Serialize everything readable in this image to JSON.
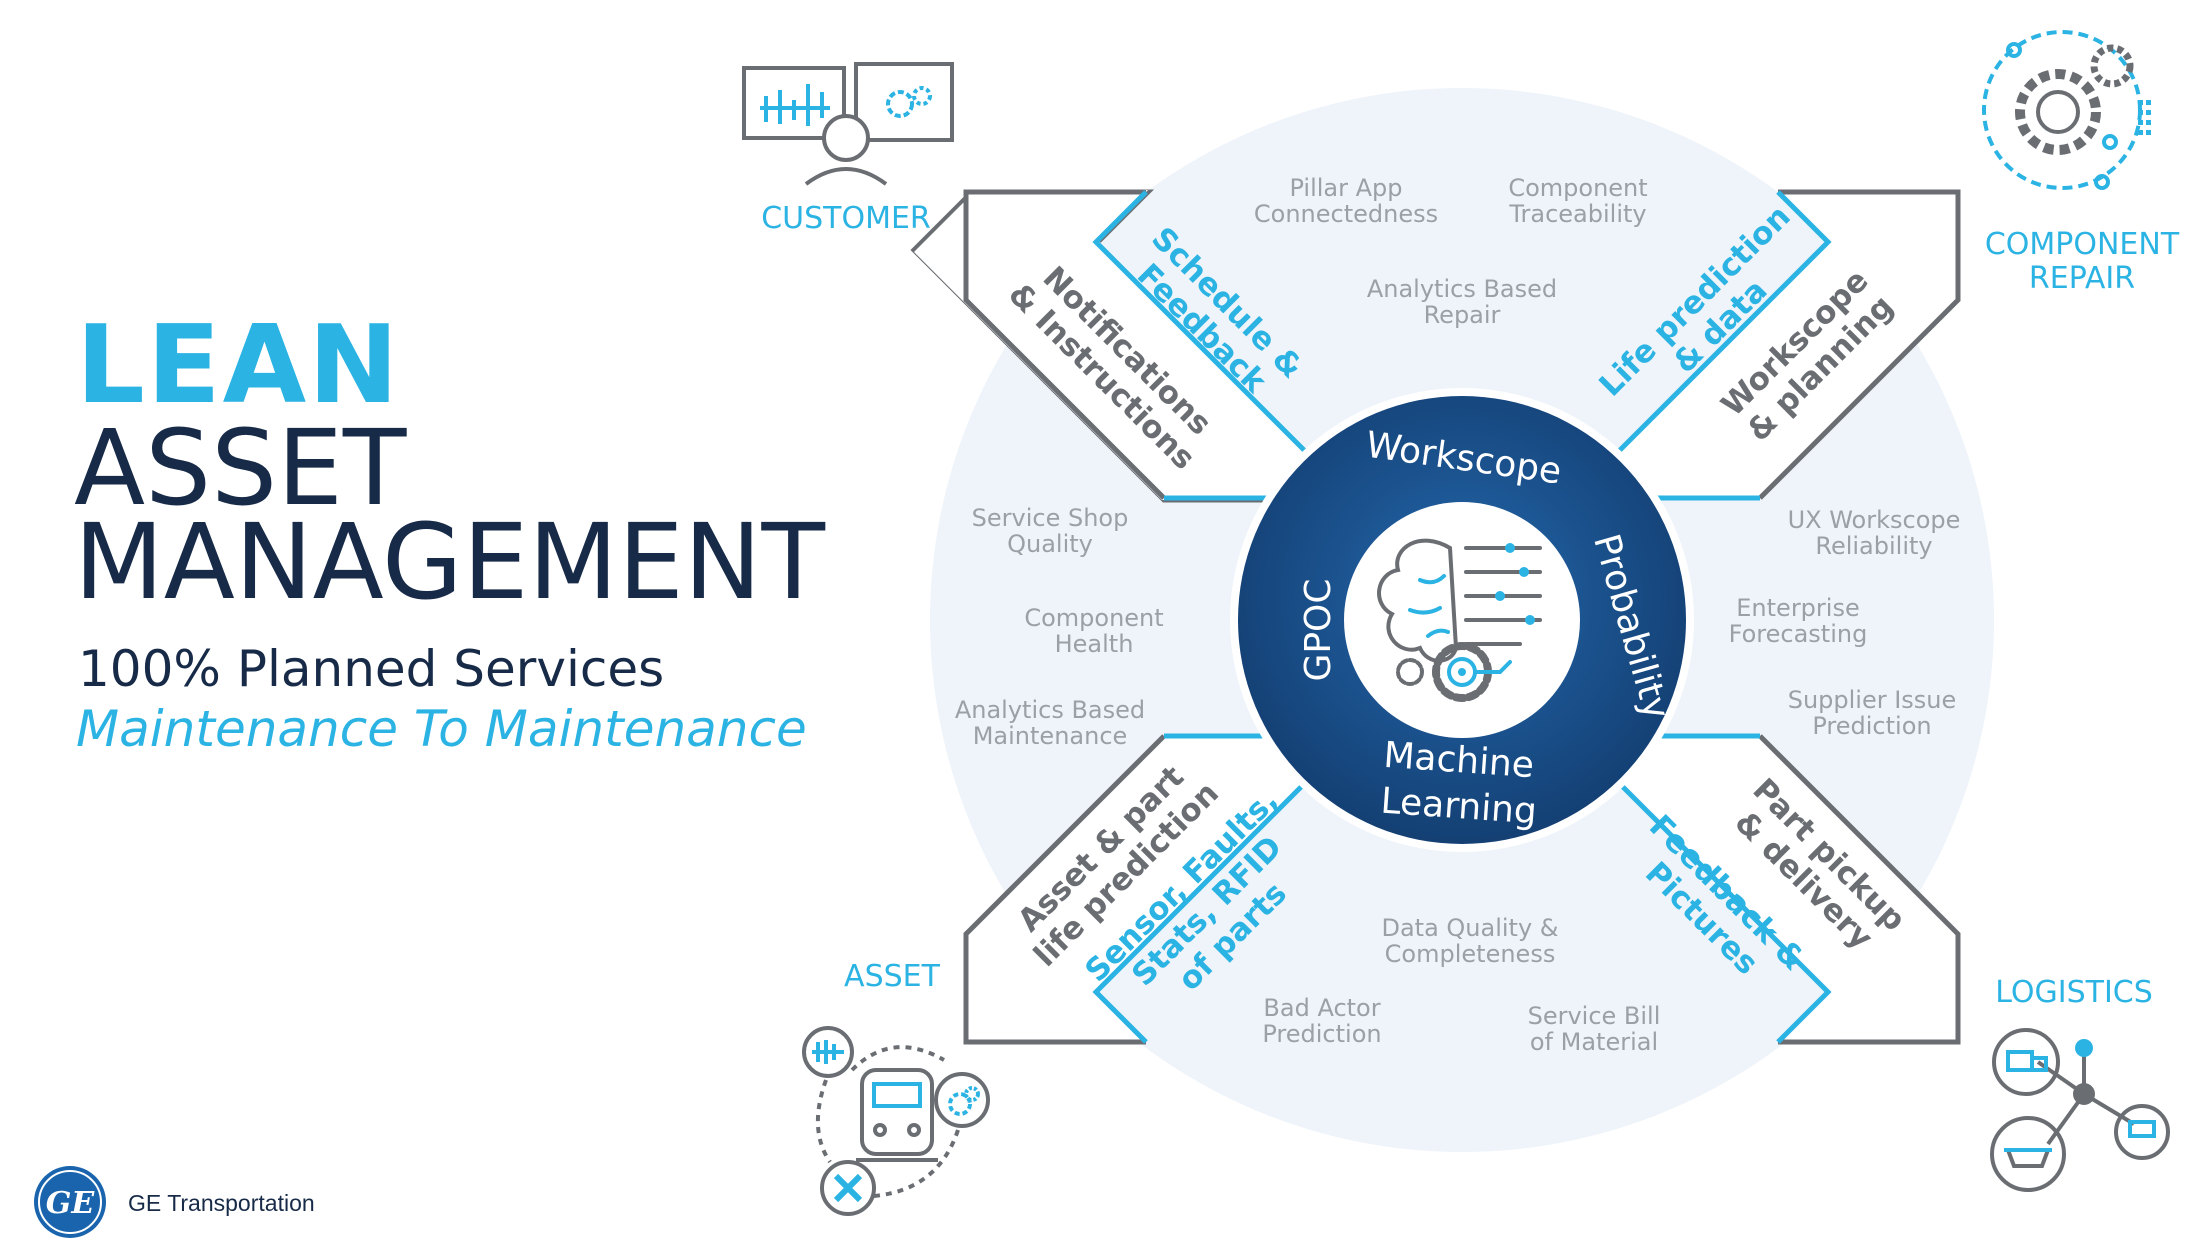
{
  "title": {
    "lean": "LEAN",
    "asset": "ASSET",
    "management": "MANAGEMENT",
    "subtitle": "100% Planned Services",
    "subtitle_italic": "Maintenance To Maintenance"
  },
  "brand": {
    "logo_text": "GE",
    "company": "GE Transportation"
  },
  "stakeholders": {
    "customer": "CUSTOMER",
    "component_repair": [
      "COMPONENT",
      "REPAIR"
    ],
    "asset": "ASSET",
    "logistics": "LOGISTICS"
  },
  "hub": {
    "top": "Workscope",
    "right": "Probability",
    "bottom": [
      "Machine",
      "Learning"
    ],
    "left": "GPOC"
  },
  "arrows": {
    "top_left": {
      "outer": [
        "Notifications",
        "& Instructions"
      ],
      "inner": [
        "Schedule &",
        "Feedback"
      ]
    },
    "top_right": {
      "inner": [
        "Life prediction",
        "& data"
      ],
      "outer": [
        "Workscope",
        "& planning"
      ]
    },
    "bottom_left": {
      "outer": [
        "Asset & part",
        "life prediction"
      ],
      "inner": [
        "Sensor, Faults,",
        "Stats, RFID",
        "of parts"
      ]
    },
    "bottom_right": {
      "inner": [
        "Feedback &",
        "Pictures"
      ],
      "outer": [
        "Part pickup",
        "& delivery"
      ]
    }
  },
  "capabilities": [
    [
      "Pillar App",
      "Connectedness"
    ],
    [
      "Component",
      "Traceability"
    ],
    [
      "Analytics Based",
      "Repair"
    ],
    [
      "Service Shop",
      "Quality"
    ],
    [
      "Component",
      "Health"
    ],
    [
      "Analytics Based",
      "Maintenance"
    ],
    [
      "UX Workscope",
      "Reliability"
    ],
    [
      "Enterprise",
      "Forecasting"
    ],
    [
      "Supplier Issue",
      "Prediction"
    ],
    [
      "Data Quality &",
      "Completeness"
    ],
    [
      "Bad Actor",
      "Prediction"
    ],
    [
      "Service Bill",
      "of Material"
    ]
  ],
  "colors": {
    "accent_blue": "#2bb3e3",
    "navy": "#172a47",
    "hub_blue": "#1b5d9c",
    "arrow_gray": "#6a6e73",
    "circle_bg": "#eef4fa",
    "capability_text": "#9aa0a6"
  },
  "icons": [
    "customer-monitors-icon",
    "component-repair-gear-icon",
    "asset-train-cycle-icon",
    "logistics-network-icon",
    "brain-circuit-icon",
    "ge-logo"
  ]
}
